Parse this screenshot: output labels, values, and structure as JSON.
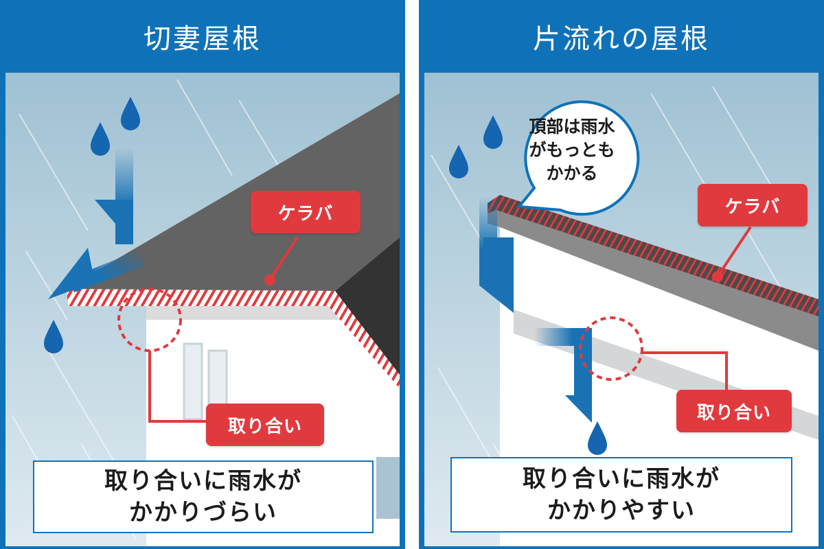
{
  "left_panel": {
    "title": "切妻屋根",
    "verge_label": "ケラバ",
    "junction_label": "取り合い",
    "caption_line1": "取り合いに雨水が",
    "caption_line2": "かかりづらい"
  },
  "right_panel": {
    "title": "片流れの屋根",
    "bubble_line1": "頂部は雨水",
    "bubble_line2": "がもっとも",
    "bubble_line3": "かかる",
    "verge_label": "ケラバ",
    "junction_label": "取り合い",
    "caption_line1": "取り合いに雨水が",
    "caption_line2": "かかりやすい"
  },
  "colors": {
    "frame_blue": "#0f72b8",
    "label_red": "#e03a3e",
    "sky": "#a9c8d8",
    "roof_dark": "#5b5b5b",
    "wall": "#ffffff"
  }
}
